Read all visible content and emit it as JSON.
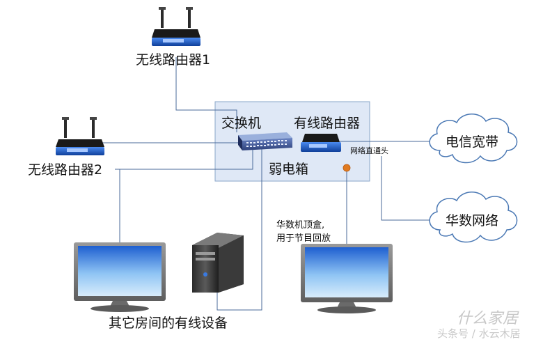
{
  "labels": {
    "router1": "无线路由器1",
    "router2": "无线路由器2",
    "switch": "交换机",
    "wired_router": "有线路由器",
    "weak_box": "弱电箱",
    "direct_port": "网络直通头",
    "telecom": "电信宽带",
    "wasu": "华数网络",
    "stb_line1": "华数机顶盒,",
    "stb_line2": "用于节目回放",
    "other_devices": "其它房间的有线设备"
  },
  "watermark": {
    "line1": "什么家居",
    "line2": "头条号 / 水云木居"
  },
  "colors": {
    "line": "#4a6a9a",
    "box_fill": "#dfe8f6",
    "box_stroke": "#8aa6c8",
    "cloud_stroke": "#4a78b4",
    "router_body": "#1c5fc8",
    "port": "#e07a20"
  }
}
